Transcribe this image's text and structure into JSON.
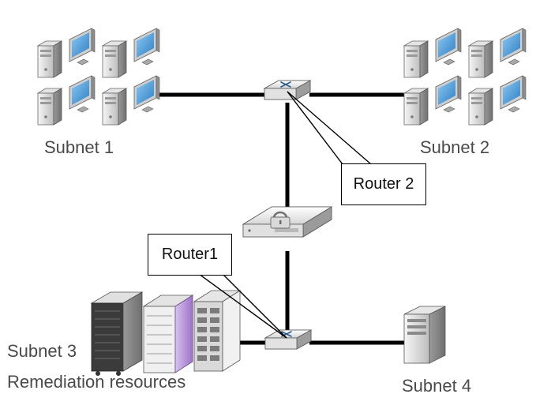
{
  "labels": {
    "subnet1": "Subnet 1",
    "subnet2": "Subnet 2",
    "subnet3": "Subnet 3",
    "subnet4": "Subnet 4",
    "remediation": "Remediation resources"
  },
  "callouts": {
    "router1": "Router1",
    "router2": "Router 2"
  },
  "icons": {
    "workstation": "workstation-icon",
    "router": "router-icon",
    "firewall": "firewall-icon",
    "server": "server-icon"
  },
  "colors": {
    "link": "#000000",
    "monitor_screen": "#3a8fd6",
    "device_body": "#e8e8e8",
    "storage_accent": "#b58ad6"
  }
}
